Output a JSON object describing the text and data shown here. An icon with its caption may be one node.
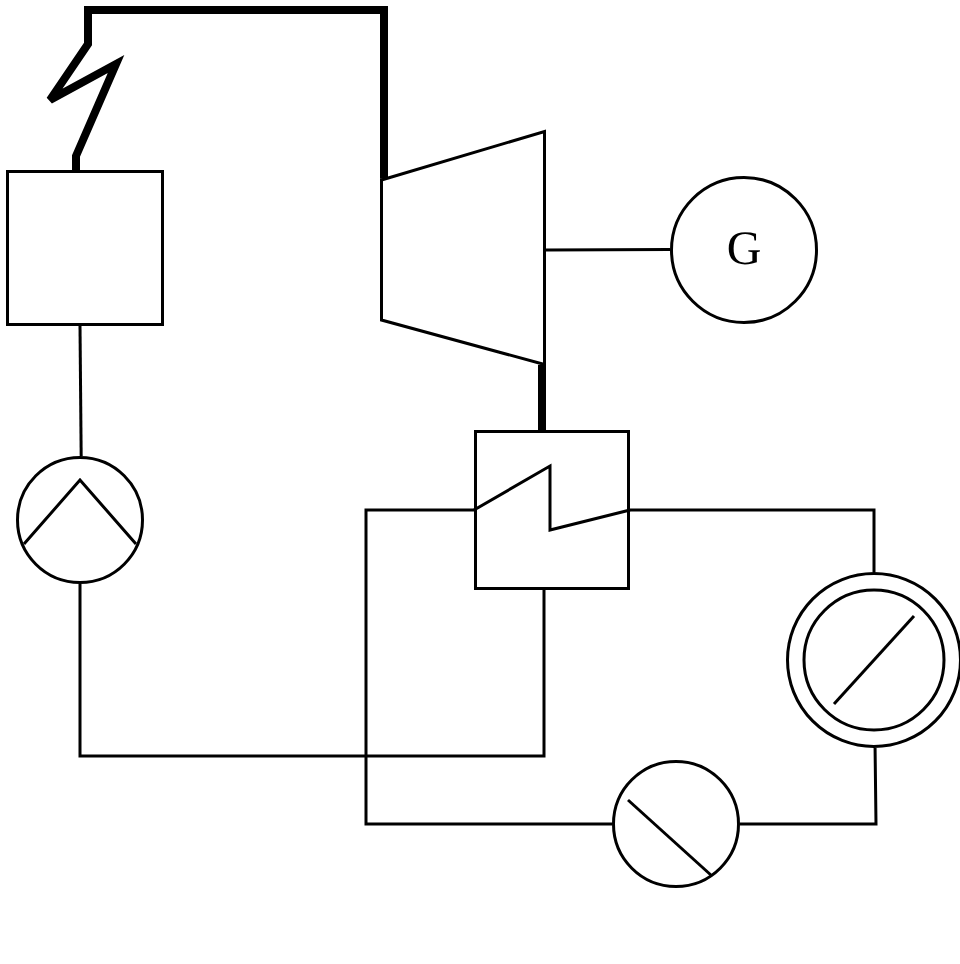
{
  "diagram": {
    "nodes": [
      {
        "text": [],
        "shape": "box"
      },
      {
        "text": [],
        "shape": "trapezoid"
      },
      {
        "text": [
          "G"
        ]
      },
      {
        "text": [],
        "shape": "box"
      },
      {
        "text": [],
        "shape": "circle"
      },
      {
        "text": [],
        "shape": "circle"
      },
      {
        "text": [],
        "shape": "circle"
      }
    ],
    "edges": [
      {
        "from": 0,
        "to": 1,
        "arrow": "none",
        "style": "thick"
      },
      {
        "from": 1,
        "to": 2,
        "arrow": "none"
      },
      {
        "from": 1,
        "to": 3,
        "arrow": "none",
        "style": "thick"
      },
      {
        "from": 3,
        "to": 4,
        "arrow": "none"
      },
      {
        "from": 4,
        "to": 0,
        "arrow": "none"
      },
      {
        "from": 3,
        "to": 6,
        "arrow": "none"
      },
      {
        "from": 6,
        "to": 5,
        "arrow": "none"
      },
      {
        "from": 5,
        "to": 3,
        "arrow": "none"
      }
    ]
  }
}
